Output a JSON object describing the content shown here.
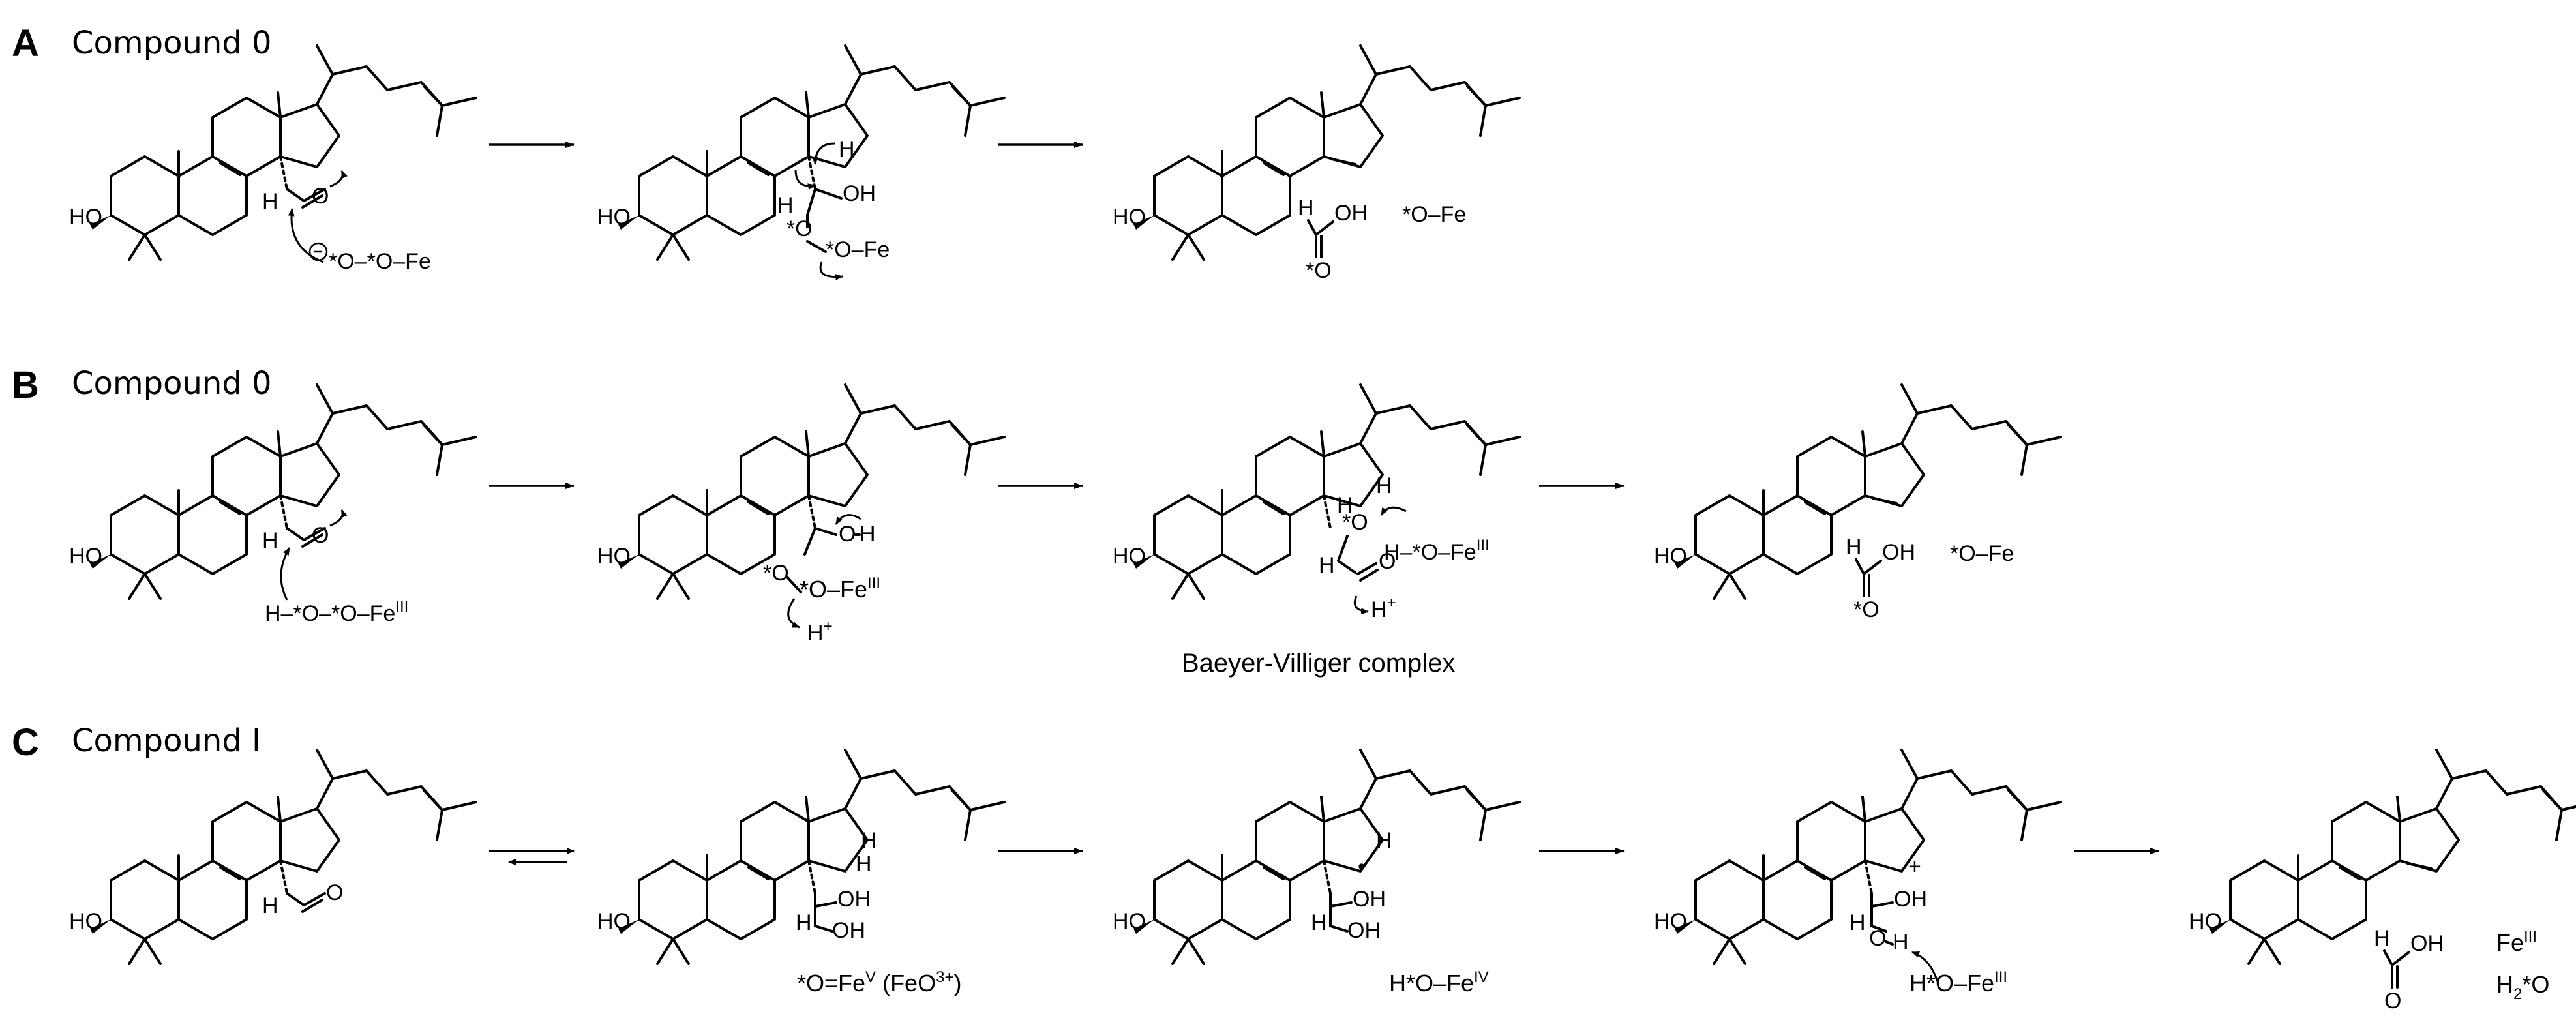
{
  "panels": [
    {
      "letter": "A",
      "title": "Compound 0"
    },
    {
      "letter": "B",
      "title": "Compound 0"
    },
    {
      "letter": "C",
      "title": "Compound I"
    }
  ],
  "labels": {
    "ho": "HO",
    "h": "H",
    "o": "O",
    "oh": "OH",
    "a_oxidant": "*O–*O–Fe",
    "a_star_o": "*O",
    "a_star_o_fe": "*O–Fe",
    "a_ofe_mid": "*O–Fe",
    "b_oxidant": "H–*O–*O–Fe",
    "fe_iii_sup": "III",
    "b_star_o": "*O",
    "b_ofe": "*O–Fe",
    "h_plus": "H",
    "plus_sup": "+",
    "b_caption": "Baeyer-Villiger complex",
    "b_hofe": "H–*O–Fe",
    "c_feo": "*O=Fe",
    "c_feo_sup": "V",
    "c_feo_paren": "(FeO",
    "c_feo_charge": "3+",
    "c_feo_close": ")",
    "c_hofe4": "H*O–Fe",
    "fe_iv_sup": "IV",
    "c_hofe3": "H*O–Fe",
    "c_fe": "Fe",
    "c_water": "H",
    "c_water_sub": "2",
    "c_water_o": "*O",
    "c_plus": "+",
    "c_dot": "•"
  },
  "colors": {
    "ink": "#000000",
    "background": "#ffffff"
  }
}
